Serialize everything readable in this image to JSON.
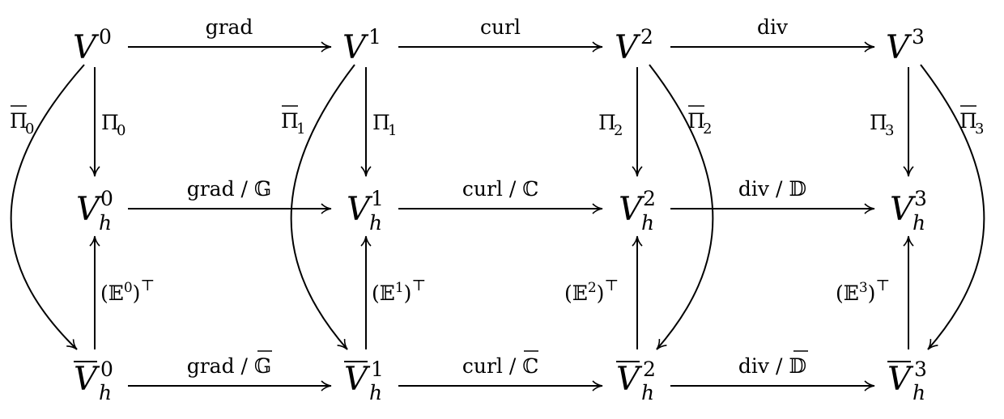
{
  "nodes": {
    "V0": {
      "base": "V",
      "sup": "0"
    },
    "V1": {
      "base": "V",
      "sup": "1"
    },
    "V2": {
      "base": "V",
      "sup": "2"
    },
    "V3": {
      "base": "V",
      "sup": "3"
    },
    "Vh0": {
      "base": "V",
      "sup": "0",
      "sub": "h"
    },
    "Vh1": {
      "base": "V",
      "sup": "1",
      "sub": "h"
    },
    "Vh2": {
      "base": "V",
      "sup": "2",
      "sub": "h"
    },
    "Vh3": {
      "base": "V",
      "sup": "3",
      "sub": "h"
    },
    "Vb0": {
      "base": "V",
      "sup": "0",
      "sub": "h",
      "bar": true
    },
    "Vb1": {
      "base": "V",
      "sup": "1",
      "sub": "h",
      "bar": true
    },
    "Vb2": {
      "base": "V",
      "sup": "2",
      "sub": "h",
      "bar": true
    },
    "Vb3": {
      "base": "V",
      "sup": "3",
      "sub": "h",
      "bar": true
    }
  },
  "edges": {
    "grad_top": {
      "text": "grad"
    },
    "curl_top": {
      "text": "curl"
    },
    "div_top": {
      "text": "div"
    },
    "grad_mid": {
      "text": "grad / ",
      "op": "𝔾"
    },
    "curl_mid": {
      "text": "curl / ",
      "op": "ℂ"
    },
    "div_mid": {
      "text": "div / ",
      "op": "𝔻"
    },
    "grad_bot": {
      "text": "grad / ",
      "op": "𝔾",
      "op_bar": true
    },
    "curl_bot": {
      "text": "curl / ",
      "op": "ℂ",
      "op_bar": true
    },
    "div_bot": {
      "text": "div / ",
      "op": "𝔻",
      "op_bar": true
    },
    "pi0": {
      "base": "Π",
      "sub": "0"
    },
    "pi1": {
      "base": "Π",
      "sub": "1"
    },
    "pi2": {
      "base": "Π",
      "sub": "2"
    },
    "pi3": {
      "base": "Π",
      "sub": "3"
    },
    "pib0": {
      "base": "Π",
      "sub": "0",
      "bar": true
    },
    "pib1": {
      "base": "Π",
      "sub": "1",
      "bar": true
    },
    "pib2": {
      "base": "Π",
      "sub": "2",
      "bar": true
    },
    "pib3": {
      "base": "Π",
      "sub": "3",
      "bar": true
    },
    "e0": {
      "open": "(𝔼",
      "sup": "0",
      "close": ")",
      "post": "⊤"
    },
    "e1": {
      "open": "(𝔼",
      "sup": "1",
      "close": ")",
      "post": "⊤"
    },
    "e2": {
      "open": "(𝔼",
      "sup": "2",
      "close": ")",
      "post": "⊤"
    },
    "e3": {
      "open": "(𝔼",
      "sup": "3",
      "close": ")",
      "post": "⊤"
    }
  }
}
